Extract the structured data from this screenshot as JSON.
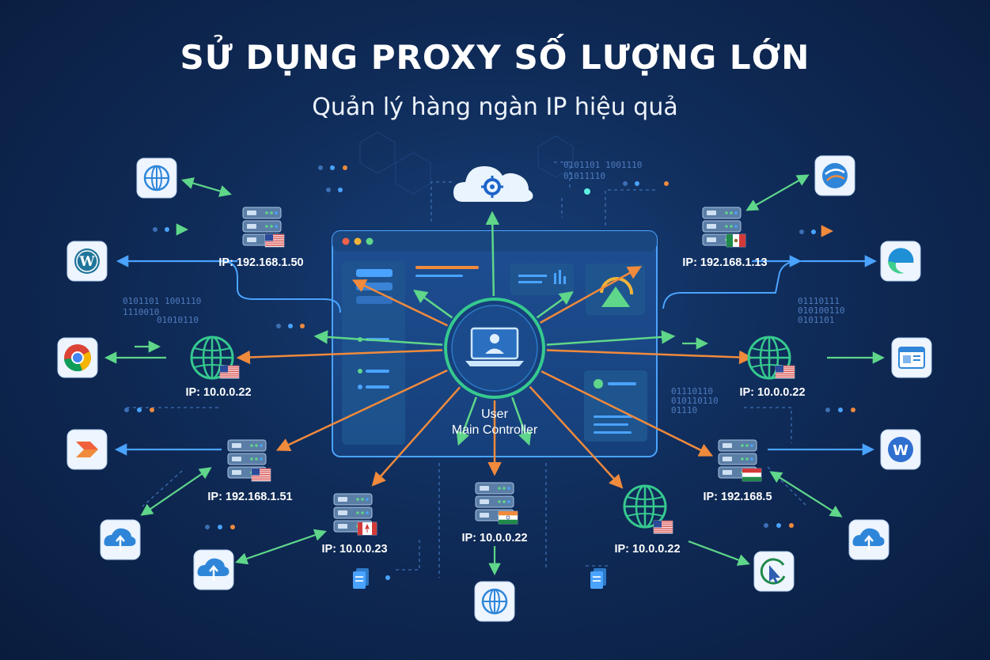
{
  "header": {
    "title": "SỬ DỤNG PROXY SỐ LƯỢNG LỚN",
    "subtitle": "Quản lý hàng ngàn IP hiệu quả"
  },
  "center": {
    "line1": "User",
    "line2": "Main Controller"
  },
  "nodes": [
    {
      "id": "server-top-left",
      "ip": "IP: 192.168.1.50",
      "type": "server",
      "flag": "us"
    },
    {
      "id": "server-top-right",
      "ip": "IP: 192.168.1.13",
      "type": "server",
      "flag": "mx"
    },
    {
      "id": "globe-mid-left",
      "ip": "IP: 10.0.0.22",
      "type": "globe",
      "flag": "us"
    },
    {
      "id": "globe-mid-right",
      "ip": "IP: 10.0.0.22",
      "type": "globe",
      "flag": "us"
    },
    {
      "id": "server-lower-left",
      "ip": "IP: 192.168.1.51",
      "type": "server",
      "flag": "us"
    },
    {
      "id": "server-lower-right",
      "ip": "IP: 192.168.5",
      "type": "server",
      "flag": "hu"
    },
    {
      "id": "server-bottom-left",
      "ip": "IP: 10.0.0.23",
      "type": "server",
      "flag": "ca"
    },
    {
      "id": "server-bottom-center",
      "ip": "IP: 10.0.0.22",
      "type": "server",
      "flag": "in"
    },
    {
      "id": "globe-bottom-right",
      "ip": "IP: 10.0.0.22",
      "type": "globe",
      "flag": "us"
    }
  ],
  "decor": {
    "binary": [
      "0101101 1001110",
      "1110010",
      "01010110",
      "0101101 1001110",
      "01011110",
      "01110111",
      "010100110",
      "0101101",
      "01110110",
      "010110110",
      "01110"
    ]
  },
  "colors": {
    "background": "#0f2b58",
    "accent_orange": "#f08a3c",
    "accent_green": "#5fd68a",
    "accent_blue": "#4aa3ff",
    "node_ring": "#36c98f"
  },
  "icons": [
    "globe-icon",
    "wordpress-icon",
    "chrome-icon",
    "cloud-gear-icon",
    "cloud-upload-icon",
    "edge-icon",
    "browser-window-icon",
    "word-icon",
    "cursor-icon",
    "document-icon",
    "laptop-user-icon"
  ]
}
